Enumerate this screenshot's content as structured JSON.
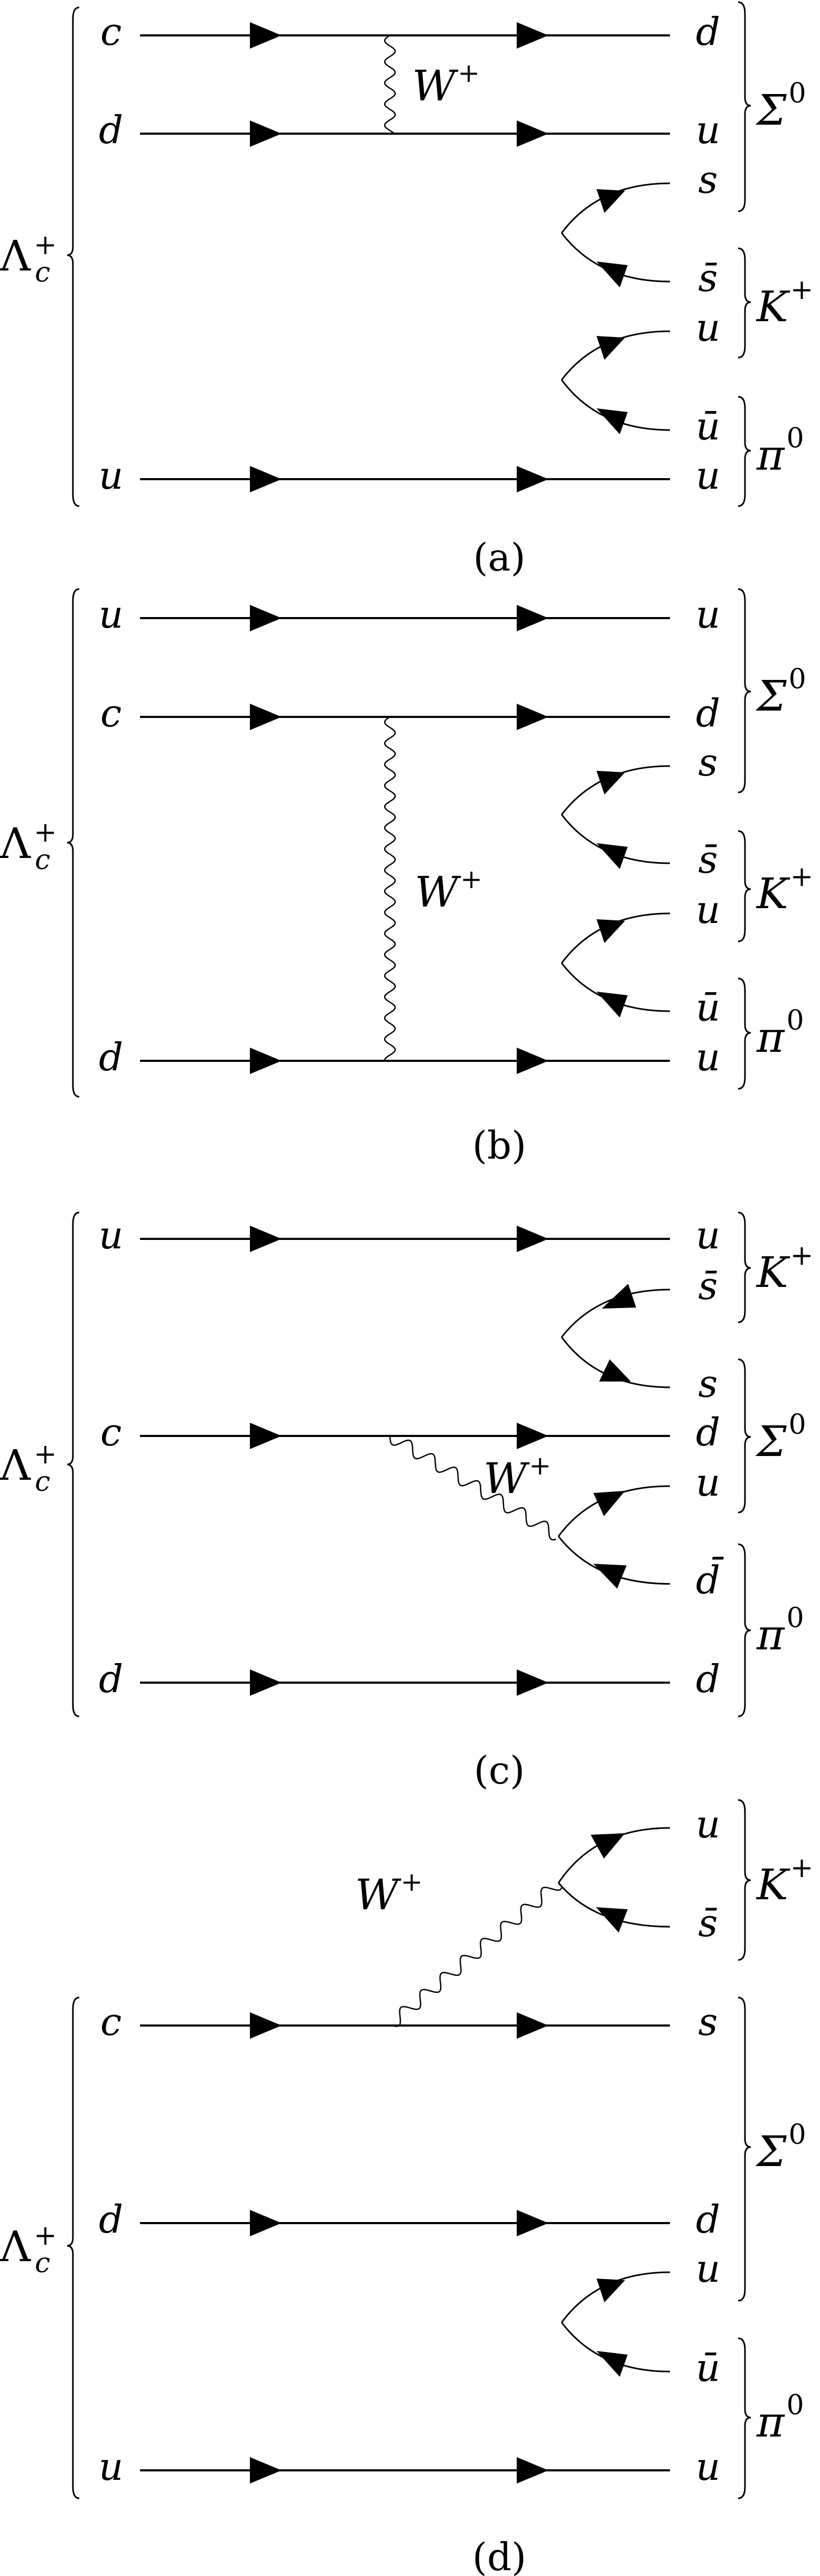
{
  "panels": [
    {
      "caption": "(a)",
      "parent": {
        "base": "Λ",
        "sub": "c",
        "sup": "+"
      },
      "initial": [
        "c",
        "d",
        "u"
      ],
      "final": [
        "d",
        "u",
        "s",
        "s̄",
        "u",
        "ū",
        "u"
      ],
      "boson": {
        "base": "W",
        "sup": "+"
      },
      "hadrons": [
        {
          "base": "Σ",
          "sup": "0"
        },
        {
          "base": "K",
          "sup": "+"
        },
        {
          "base": "π",
          "sup": "0"
        }
      ]
    },
    {
      "caption": "(b)",
      "parent": {
        "base": "Λ",
        "sub": "c",
        "sup": "+"
      },
      "initial": [
        "u",
        "c",
        "d"
      ],
      "final": [
        "u",
        "d",
        "s",
        "s̄",
        "u",
        "ū",
        "u"
      ],
      "boson": {
        "base": "W",
        "sup": "+"
      },
      "hadrons": [
        {
          "base": "Σ",
          "sup": "0"
        },
        {
          "base": "K",
          "sup": "+"
        },
        {
          "base": "π",
          "sup": "0"
        }
      ]
    },
    {
      "caption": "(c)",
      "parent": {
        "base": "Λ",
        "sub": "c",
        "sup": "+"
      },
      "initial": [
        "u",
        "c",
        "d"
      ],
      "final": [
        "u",
        "s̄",
        "s",
        "d",
        "u",
        "d̄",
        "d"
      ],
      "boson": {
        "base": "W",
        "sup": "+"
      },
      "hadrons": [
        {
          "base": "K",
          "sup": "+"
        },
        {
          "base": "Σ",
          "sup": "0"
        },
        {
          "base": "π",
          "sup": "0"
        }
      ]
    },
    {
      "caption": "(d)",
      "parent": {
        "base": "Λ",
        "sub": "c",
        "sup": "+"
      },
      "initial": [
        "c",
        "d",
        "u"
      ],
      "final": [
        "u",
        "s̄",
        "s",
        "d",
        "u",
        "ū",
        "u"
      ],
      "boson": {
        "base": "W",
        "sup": "+"
      },
      "hadrons": [
        {
          "base": "K",
          "sup": "+"
        },
        {
          "base": "Σ",
          "sup": "0"
        },
        {
          "base": "π",
          "sup": "0"
        }
      ]
    }
  ]
}
